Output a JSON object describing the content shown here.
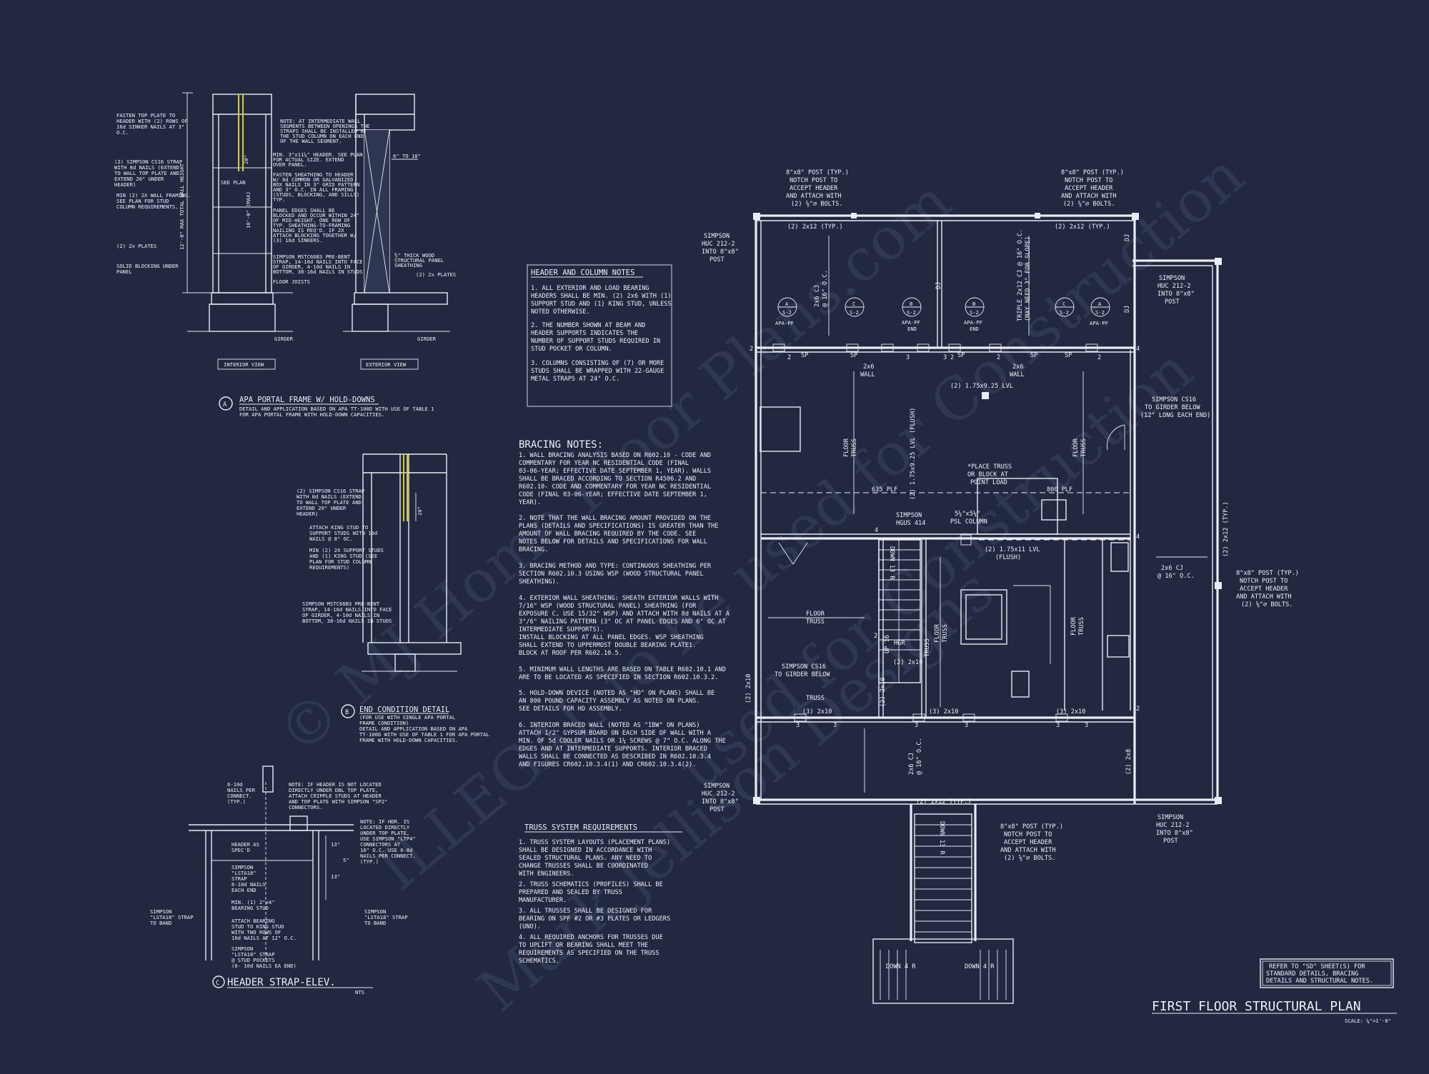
{
  "watermark": {
    "line1": "© MJ Home Floor Plans.com",
    "line2": "ILLEGAL to be used for Construction",
    "line3": "Mark Jellison Designs",
    "line4": "used for Construction"
  },
  "detail_a": {
    "notes_left": [
      "FASTEN TOP PLATE TO",
      "HEADER WITH (2) ROWS OF",
      "16d SINKER NAILS AT 3\"",
      "O.C.",
      "(2) SIMPSON CS16 STRAP",
      "WITH 8d NAILS (EXTEND",
      "TO WALL TOP PLATE AND",
      "EXTEND 20\" UNDER",
      "HEADER)",
      "MIN (2) 2X WALL FRAMING.",
      "SEE PLAN FOR STUD",
      "COLUMN REQUIREMENTS.",
      "(2) 2x PLATES",
      "SOLID BLOCKING UNDER",
      "PANEL"
    ],
    "notes_right": [
      "NOTE: AT INTERMEDIATE WALL",
      "SEGMENTS BETWEEN OPENINGS THE",
      "STRAPS SHALL BE INSTALLED AT",
      "THE STUD COLUMN ON EACH END",
      "OF THE WALL SEGMENT.",
      "MIN. 3\"x11¼\" HEADER. SEE PLAN",
      "FOR ACTUAL SIZE. EXTEND",
      "OVER PANEL.",
      "FASTEN SHEATHING TO HEADER",
      "W/ 8d COMMON OR GALVANIZED",
      "BOX NAILS IN 3\" GRID PATTERN",
      "AND 3\" O.C. IN ALL FRAMING",
      "(STUDS, BLOCKING, AND SILLS)",
      "TYP.",
      "PANEL EDGES SHALL BE",
      "BLOCKED AND OCCUR WITHIN 24\"",
      "OF MID-HEIGHT. ONE ROW OF",
      "TYP. SHEATHING-TO-FRAMING",
      "NAILING IS REQ'D. IF 2X",
      "ATTACH BLOCKING TOGETHER W/",
      "(3) 16d SINKERS.",
      "SIMPSON MSTC66B3 PRE-BENT",
      "STRAP, 14-16d NAILS INTO FACE",
      "OF GIRDER, 4-10d NAILS IN",
      "BOTTOM, 38-16d NAILS IN STUDS",
      "FLOOR JOISTS"
    ],
    "dim_vert": "12'-0\" MAX TOTAL WALL HEIGHT",
    "dim_inner": "10'-0\" (MAX)",
    "see_plan": "SEE PLAN",
    "dim_20": "20\"",
    "dim_6to18": "6\" TO 18\"",
    "ext_notes": [
      "⅜\" THICK WOOD",
      "STRUCTURAL PANEL",
      "SHEATHING",
      "(2) 2x PLATES"
    ],
    "girder": "GIRDER",
    "interior_view": "INTERIOR VIEW",
    "exterior_view": "EXTERIOR VIEW",
    "tag": "A",
    "title": "APA PORTAL FRAME W/ HOLD-DOWNS",
    "subtitle": [
      "DETAIL AND APPLICATION BASED ON APA TT-100D WITH USE OF TABLE 1",
      "FOR APA PORTAL FRAME WITH HOLD-DOWN CAPACITIES."
    ]
  },
  "detail_b": {
    "notes": [
      "(2) SIMPSON CS16 STRAP",
      "WITH 8d NAILS (EXTEND",
      "TO WALL TOP PLATE AND",
      "EXTEND 20\" UNDER",
      "HEADER)",
      "ATTACH KING STUD TO",
      "SUPPORT STUDS WITH 10d",
      "NAILS @ 8\" OC.",
      "MIN (2) 2X SUPPORT STUDS",
      "AND (1) KING STUD (SEE",
      "PLAN FOR STUD COLUMN",
      "REQUIREMENTS)",
      "SIMPSON MSTC66B3 PRE-BENT",
      "STRAP, 14-16d NAILS INTO FACE",
      "OF GIRDER, 4-10d NAILS IN",
      "BOTTOM, 38-16d NAILS IN STUDS"
    ],
    "dim_20": "20\"",
    "tag": "B",
    "title": "END CONDITION DETAIL",
    "subtitle": [
      "(FOR USE WITH SINGLE APA PORTAL",
      "FRAME CONDITION)",
      "DETAIL AND APPLICATION BASED ON APA",
      "TT-100D WITH USE OF TABLE 1 FOR APA PORTAL",
      "FRAME WITH HOLD-DOWN CAPACITIES."
    ]
  },
  "detail_c": {
    "notes_left": [
      "6-10d",
      "NAILS PER",
      "CONNECT.",
      "(TYP.)",
      "HEADER AS",
      "SPEC'D",
      "SIMPSON",
      "\"LSTA18\"",
      "STRAP",
      "6-10d NAILS",
      "EACH END",
      "MIN. (1) 2\"x4\"",
      "BEARING STUD",
      "ATTACH BEARING",
      "STUD TO KING STUD",
      "WITH TWO ROWS OF",
      "16d NAILS AT 12\" O.C.",
      "SIMPSON",
      "\"LSTA18\" STRAP",
      "@ STUD POCKETS",
      "(6- 10d NAILS EA END)"
    ],
    "notes_right": [
      "NOTE: IF HEADER IS NOT LOCATED",
      "DIRECTLY UNDER DBL TOP PLATE,",
      "ATTACH CRIPPLE STUDS AT HEADER",
      "AND TOP PLATE WITH SIMPSON \"SP2\"",
      "CONNECTORS.",
      "NOTE: IF HDR. IS",
      "LOCATED DIRECTLY",
      "UNDER TOP PLATE,",
      "USE SIMPSON \"LTP4\"",
      "CONNECTORS AT",
      "16\" O.C. USE 6-8d",
      "NAILS PER CONNECT.",
      "(TYP.)"
    ],
    "strap_left": [
      "SIMPSON",
      "\"LSTA18\" STRAP",
      "TO BAND"
    ],
    "strap_right": [
      "SIMPSON",
      "\"LSTA18\" STRAP",
      "TO BAND"
    ],
    "dims": [
      "13\"",
      "5\"",
      "13\""
    ],
    "tag": "C",
    "title": "HEADER STRAP-ELEV.",
    "nts": "NTS"
  },
  "header_column_notes": {
    "title": "HEADER AND COLUMN NOTES",
    "items": [
      [
        "1. ALL EXTERIOR AND LOAD BEARING",
        "HEADERS SHALL BE MIN. (2) 2x6 WITH (1)",
        "SUPPORT STUD AND (1) KING STUD, UNLESS",
        "NOTED OTHERWISE."
      ],
      [
        "2. THE NUMBER SHOWN AT BEAM AND",
        "HEADER SUPPORTS INDICATES THE",
        "NUMBER OF SUPPORT STUDS REQUIRED IN",
        "STUD POCKET OR COLUMN."
      ],
      [
        "3. COLUMNS CONSISTING OF (7) OR MORE",
        "STUDS SHALL BE WRAPPED WITH 22-GAUGE",
        "METAL STRAPS AT 24\" O.C."
      ]
    ]
  },
  "bracing_notes": {
    "title": "BRACING NOTES:",
    "items": [
      [
        "1. WALL BRACING ANALYSIS BASED ON R602.10 - CODE AND",
        "COMMENTARY FOR YEAR NC RESIDENTIAL CODE (FINAL",
        "03-06-YEAR; EFFECTIVE DATE SEPTEMBER 1, YEAR). WALLS",
        "SHALL BE BRACED ACCORDING TO SECTION R4506.2 AND",
        "R602.10- CODE AND COMMENTARY FOR YEAR NC RESIDENTIAL",
        "CODE (FINAL 03-06-YEAR; EFFECTIVE DATE SEPTEMBER 1,",
        "YEAR)."
      ],
      [
        "2. NOTE THAT THE WALL BRACING AMOUNT PROVIDED ON THE",
        "PLANS (DETAILS AND SPECIFICATIONS) IS GREATER THAN THE",
        "AMOUNT OF WALL BRACING REQUIRED BY THE CODE. SEE",
        "NOTES BELOW FOR DETAILS AND SPECIFICATIONS FOR WALL",
        "BRACING."
      ],
      [
        "3. BRACING METHOD AND TYPE: CONTINUOUS SHEATHING PER",
        "SECTION R602.10.3 USING WSP (WOOD STRUCTURAL PANEL",
        "SHEATHING)."
      ],
      [
        "4. EXTERIOR WALL SHEATHING: SHEATH EXTERIOR WALLS WITH",
        "7/16\" WSP (WOOD STRUCTURAL PANEL) SHEATHING (FOR",
        "EXPOSURE C, USE 15/32\" WSP) AND ATTACH WITH 8d NAILS AT A",
        "3\"/6\" NAILING PATTERN (3\" OC AT PANEL EDGES AND 6\" OC AT",
        "INTERMEDIATE SUPPORTS).",
        "INSTALL BLOCKING AT ALL PANEL EDGES. WSP SHEATHING",
        "SHALL EXTEND TO UPPERMOST DOUBLE BEARING PLATE1.",
        "BLOCK AT ROOF PER R602.10.5."
      ],
      [
        "5. MINIMUM WALL LENGTHS ARE BASED ON TABLE R602.10.1 AND",
        "ARE TO BE LOCATED AS SPECIFIED IN SECTION R602.10.3.2."
      ],
      [
        "5. HOLD-DOWN DEVICE (NOTED AS \"HD\" ON PLANS) SHALL BE",
        "AN 800 POUND CAPACITY ASSEMBLY AS NOTED ON PLANS.",
        "SEE DETAILS FOR HD ASSEMBLY."
      ],
      [
        "6. INTERIOR BRACED WALL (NOTED AS \"IBW\" ON PLANS)",
        "ATTACH 1/2\" GYPSUM BOARD ON EACH SIDE OF WALL WITH A",
        "MIN. OF 5d COOLER NAILS OR 1¼ SCREWS @ 7\" O.C. ALONG THE",
        "EDGES AND AT INTERMEDIATE SUPPORTS. INTERIOR BRACED",
        "WALLS SHALL BE CONNECTED AS DESCRIBED IN R602.10.3.4",
        "AND FIGURES CR602.10.3.4(1) AND CR602.10.3.4(2)."
      ]
    ]
  },
  "truss_requirements": {
    "title": "TRUSS SYSTEM REQUIREMENTS",
    "items": [
      [
        "1. TRUSS SYSTEM LAYOUTS (PLACEMENT PLANS)",
        "SHALL BE DESIGNED IN ACCORDANCE WITH",
        "SEALED STRUCTURAL PLANS. ANY NEED TO",
        "CHANGE TRUSSES SHALL BE COORDINATED",
        "WITH ENGINEERS."
      ],
      [
        "2. TRUSS SCHEMATICS (PROFILES) SHALL BE",
        "PREPARED AND SEALED BY TRUSS",
        "MANUFACTURER."
      ],
      [
        "3. ALL TRUSSES SHALL BE DESIGNED FOR",
        "BEARING ON SPF #2 OR #3 PLATES OR LEDGERS",
        "(UNO)."
      ],
      [
        "4. ALL REQUIRED ANCHORS FOR TRUSSES DUE",
        "TO UPLIFT OR BEARING SHALL MEET THE",
        "REQUIREMENTS AS SPECIFIED ON THE TRUSS",
        "SCHEMATICS."
      ]
    ]
  },
  "plan": {
    "post_tl": [
      "8\"x8\" POST (TYP.)",
      "NOTCH POST TO",
      "ACCEPT HEADER",
      "AND ATTACH WITH",
      "(2) ⅝\"⌀ BOLTS."
    ],
    "post_tr": [
      "8\"x8\" POST (TYP.)",
      "NOTCH POST TO",
      "ACCEPT HEADER",
      "AND ATTACH WITH",
      "(2) ⅝\"⌀ BOLTS."
    ],
    "post_r": [
      "8\"x8\" POST (TYP.)",
      "NOTCH POST TO",
      "ACCEPT HEADER",
      "AND ATTACH WITH",
      "(2) ⅝\"⌀ BOLTS."
    ],
    "post_b": [
      "8\"x8\" POST (TYP.)",
      "NOTCH POST TO",
      "ACCEPT HEADER",
      "AND ATTACH WITH",
      "(2) ⅝\"⌀ BOLTS."
    ],
    "huc_tl": [
      "SIMPSON",
      "HUC 212-2",
      "INTO 8\"x8\"",
      "POST"
    ],
    "huc_tr": [
      "SIMPSON",
      "HUC 212-2",
      "INTO 8\"x8\"",
      "POST"
    ],
    "huc_bl": [
      "SIMPSON",
      "HUC 212-2",
      "INTO 8\"x8\"",
      "POST"
    ],
    "huc_br": [
      "SIMPSON",
      "HUC 212-2",
      "INTO 8\"x8\"",
      "POST"
    ],
    "cs16_r": [
      "SIMPSON CS16",
      "TO GIRDER BELOW",
      "(12\" LONG EACH END)"
    ],
    "cs16_l": [
      "SIMPSON CS16",
      "TO GIRDER BELOW"
    ],
    "hgus": [
      "SIMPSON",
      "HGUS 414"
    ],
    "place_truss": [
      "*PLACE TRUSS",
      "OR BLOCK AT",
      "POINT LOAD"
    ],
    "psl": [
      "5¼\"x5¼\"",
      "PSL COLUMN"
    ],
    "lvl_main": [
      "(2) 1.75x11 LVL",
      "(FLUSH)"
    ],
    "lvl_vert": "(2) 1.75x9.25 LVL (FLUSH)",
    "lvl_925": "(2) 1.75x9.25 LVL",
    "cj_left": [
      "2x6 CJ",
      "@ 16\" O.C."
    ],
    "cj_right": [
      "TRIPLE 2x12 CJ @ 16\" O.C.",
      "(MAY NEED 3\" FOR SLOPE)"
    ],
    "cj_bot": [
      "2x6 CJ",
      "@ 16\" O.C."
    ],
    "cj_rt": [
      "2x6 CJ",
      "@ 16\" O.C."
    ],
    "top_2x12": "(2) 2x12 (TYP.)",
    "top_2x12b": "(2) 2x12 (TYP.)",
    "bot_2x12": "(2) 2x12 (TYP.)",
    "right_2x12": "(2) 2x12 (TYP.)",
    "right_2x8": "(2) 2x8",
    "left_2x10": "(2) 2x10",
    "lvl_2x10_a": "(3) 2x10",
    "lvl_2x10_b": "(3) 2x10",
    "lvl_2x10_c": "(3) 2x10",
    "lvl_2x10_d": "(2) 2x10",
    "lvl_2x10_e": "(2) 2x10",
    "sw_labels": [
      "A",
      "C",
      "B",
      "B",
      "C",
      "A"
    ],
    "sw_sub": [
      "S-2",
      "S-2",
      "S-2",
      "S-2",
      "S-2",
      "S-2"
    ],
    "sw_types": [
      "APA-PF",
      "APA-PF",
      "APA-PF",
      "APA-PF"
    ],
    "sw_end": [
      "END",
      "END"
    ],
    "sp": [
      "SP",
      "SP",
      "SP",
      "SP",
      "SP"
    ],
    "wall_2x6": [
      "2x6",
      "WALL"
    ],
    "wall_2x6b": [
      "2x6",
      "WALL"
    ],
    "dj": "DJ",
    "floor_truss": [
      "FLOOR",
      "TRUSS"
    ],
    "truss": "TRUSS",
    "hgr": "HGR",
    "plf_635": "635 PLF",
    "plf_800": "800 PLF",
    "dn": "DOWN 13 R",
    "dn_int": "DOWN 13 R",
    "up_int": "UP 16",
    "down4a": "DOWN 4 R",
    "down4b": "DOWN 4 R",
    "support_nums": [
      "2",
      "2",
      "3",
      "2",
      "2",
      "3",
      "2",
      "4",
      "3",
      "3",
      "3",
      "3",
      "3",
      "3",
      "4",
      "4",
      "2",
      "2"
    ]
  },
  "refer_note": [
    "REFER TO \"SD\" SHEET(S) FOR",
    "STANDARD DETAILS, BRACING",
    "DETAILS AND STRUCTURAL NOTES."
  ],
  "sheet_title": "FIRST FLOOR STRUCTURAL PLAN",
  "scale": "SCALE: ¼\"=1'-0\""
}
